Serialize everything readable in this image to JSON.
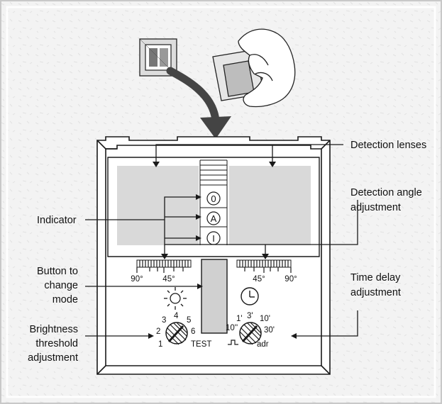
{
  "callouts": {
    "detection_lenses": "Detection lenses",
    "detection_angle_line1": "Detection angle",
    "detection_angle_line2": "adjustment",
    "indicator": "Indicator",
    "button_line1": "Button to",
    "button_line2": "change",
    "button_line3": "mode",
    "time_delay_line1": "Time delay",
    "time_delay_line2": "adjustment",
    "brightness_line1": "Brightness",
    "brightness_line2": "threshold",
    "brightness_line3": "adjustment"
  },
  "indicator_buttons": [
    "0",
    "A",
    "I"
  ],
  "angle_scale_left": {
    "a": "90°",
    "b": "45°"
  },
  "angle_scale_right": {
    "a": "45°",
    "b": "90°"
  },
  "brightness_dial": {
    "t1": "1",
    "t2": "2",
    "t3": "3",
    "t4": "4",
    "t5": "5",
    "t6": "6",
    "mode": "TEST"
  },
  "time_dial": {
    "t1": "1'",
    "t2": "3'",
    "t3": "10'",
    "t4": "10''",
    "t5": "30'",
    "mode": "adr",
    "pulse_icon": "pulse-icon"
  },
  "icons": {
    "sun": "sun-icon",
    "clock": "clock-icon",
    "hand": "hand-icon",
    "mini_device": "device-icon",
    "arrow": "curved-arrow-icon"
  },
  "colors": {
    "frame": "#1a1a1a",
    "lens": "#d9d9d9",
    "bg": "#f4f4f4",
    "text": "#111111"
  }
}
